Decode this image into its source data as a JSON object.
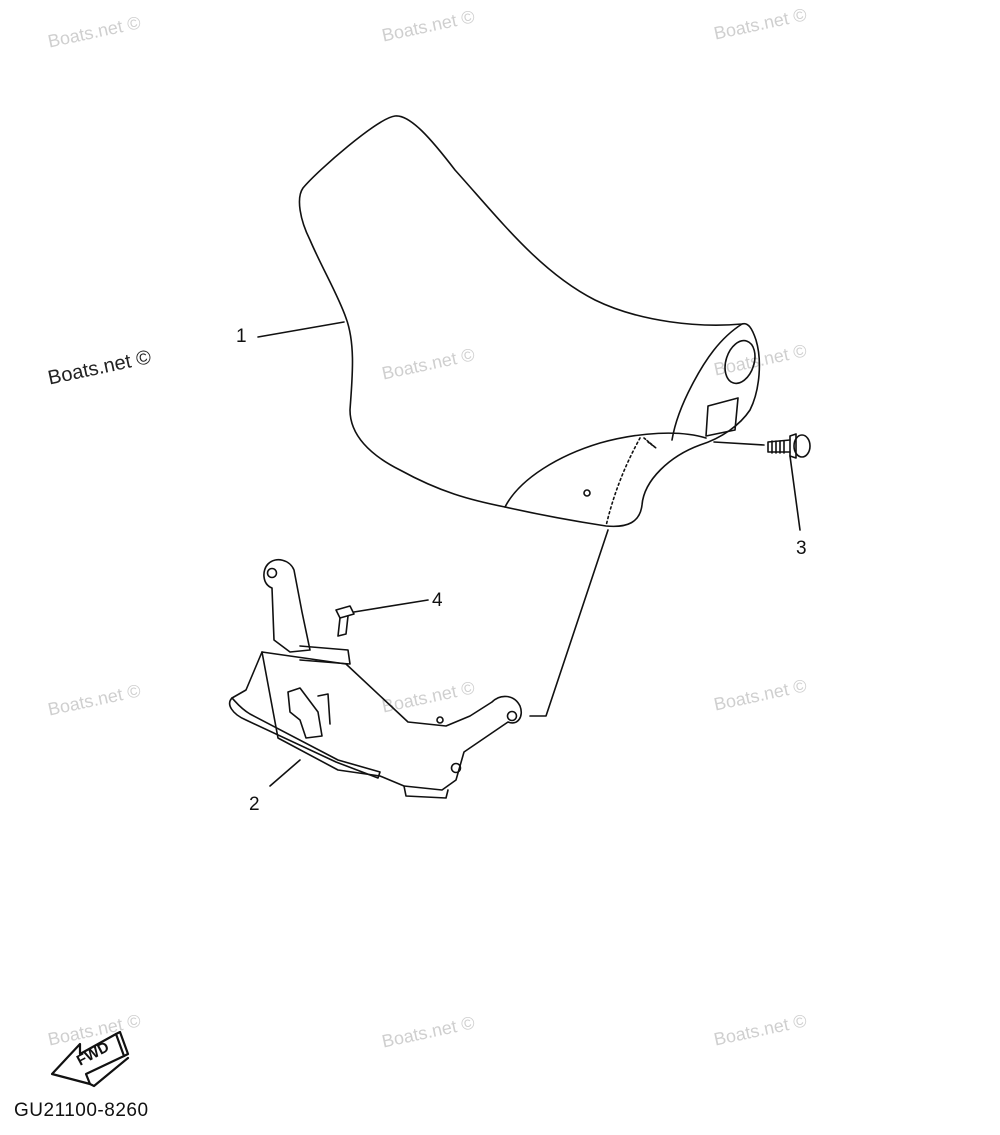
{
  "watermark": "Boats.net ©",
  "callouts": {
    "part_1": "1",
    "part_2": "2",
    "part_3": "3",
    "part_4": "4"
  },
  "fwd_label": "FWD",
  "diagram_code": "GU21100-8260",
  "line_color": "#111111",
  "watermark_color": "#cfcfcf"
}
